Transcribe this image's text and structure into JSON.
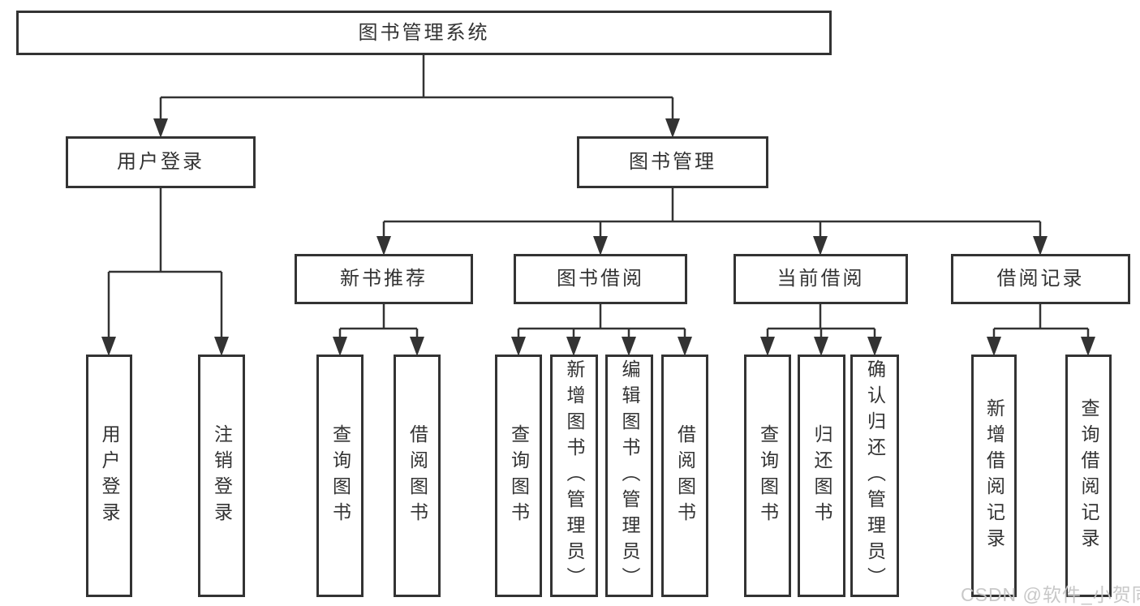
{
  "diagram_title": "图书管理系统",
  "nodes": {
    "root": {
      "label": "图书管理系统"
    },
    "user_login_module": {
      "label": "用户登录"
    },
    "book_mgmt_module": {
      "label": "图书管理"
    },
    "new_book_rec": {
      "label": "新书推荐"
    },
    "book_borrow": {
      "label": "图书借阅"
    },
    "current_borrow": {
      "label": "当前借阅"
    },
    "borrow_records": {
      "label": "借阅记录"
    },
    "user_login": {
      "label": "用户登录"
    },
    "logout": {
      "label": "注销登录"
    },
    "rec_query_books": {
      "label": "查询图书"
    },
    "rec_borrow_books": {
      "label": "借阅图书"
    },
    "bb_query_books": {
      "label": "查询图书"
    },
    "bb_add_books": {
      "label": "新增图书（管理员）"
    },
    "bb_edit_books": {
      "label": "编辑图书（管理员）"
    },
    "bb_borrow_books": {
      "label": "借阅图书"
    },
    "cb_query_books": {
      "label": "查询图书"
    },
    "cb_return_books": {
      "label": "归还图书"
    },
    "cb_confirm_return": {
      "label": "确认归还（管理员）"
    },
    "br_add_record": {
      "label": "新增借阅记录"
    },
    "br_query_record": {
      "label": "查询借阅记录"
    }
  },
  "watermark": "CSDN @软件_小贺同学",
  "colors": {
    "line": "#333333",
    "box_background": "#ffffff",
    "text": "#333333",
    "watermark": "#c5c5c5",
    "page_background": "#ffffff"
  }
}
